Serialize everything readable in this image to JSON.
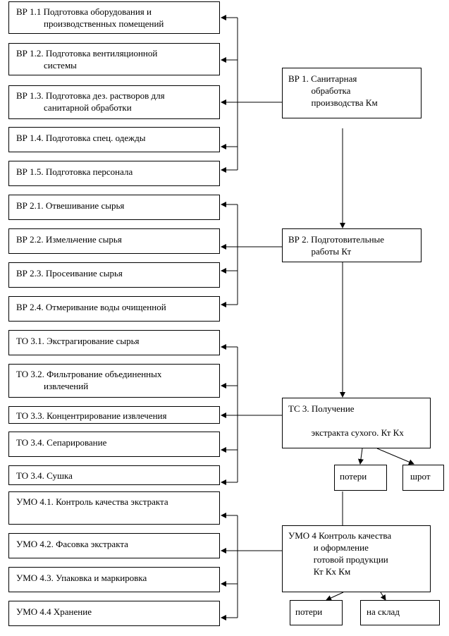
{
  "left_steps": [
    {
      "id": "vr1_1",
      "lines": [
        "ВР 1.1 Подготовка оборудования и",
        "            производственных помещений"
      ]
    },
    {
      "id": "vr1_2",
      "lines": [
        "ВР 1.2. Подготовка вентиляционной",
        "            системы"
      ]
    },
    {
      "id": "vr1_3",
      "lines": [
        "ВР 1.3. Подготовка дез. растворов для",
        "            санитарной обработки"
      ]
    },
    {
      "id": "vr1_4",
      "lines": [
        "ВР 1.4. Подготовка спец. одежды"
      ]
    },
    {
      "id": "vr1_5",
      "lines": [
        "ВР 1.5. Подготовка персонала"
      ]
    },
    {
      "id": "vr2_1",
      "lines": [
        "ВР 2.1. Отвешивание сырья"
      ]
    },
    {
      "id": "vr2_2",
      "lines": [
        "ВР 2.2. Измельчение сырья"
      ]
    },
    {
      "id": "vr2_3",
      "lines": [
        "ВР 2.3. Просеивание сырья"
      ]
    },
    {
      "id": "vr2_4",
      "lines": [
        "ВР 2.4. Отмеривание воды очищенной"
      ]
    },
    {
      "id": "to3_1",
      "lines": [
        "ТО 3.1. Экстрагирование сырья"
      ]
    },
    {
      "id": "to3_2",
      "lines": [
        "ТО 3.2. Фильтрование объединенных",
        "            извлечений"
      ]
    },
    {
      "id": "to3_3",
      "lines": [
        "ТО 3.3. Концентрирование извлечения"
      ]
    },
    {
      "id": "to3_4a",
      "lines": [
        "ТО 3.4. Сепарирование"
      ]
    },
    {
      "id": "to3_4b",
      "lines": [
        "ТО 3.4. Сушка"
      ]
    },
    {
      "id": "umo4_1",
      "lines": [
        "УМО 4.1. Контроль качества экстракта"
      ]
    },
    {
      "id": "umo4_2",
      "lines": [
        "УМО 4.2. Фасовка экстракта"
      ]
    },
    {
      "id": "umo4_3",
      "lines": [
        "УМО 4.3. Упаковка и маркировка"
      ]
    },
    {
      "id": "umo4_4",
      "lines": [
        "УМО 4.4 Хранение"
      ]
    }
  ],
  "stages": [
    {
      "id": "vr1",
      "lines": [
        "ВР 1. Санитарная",
        "          обработка",
        "          производства Км"
      ]
    },
    {
      "id": "vr2",
      "lines": [
        "ВР 2. Подготовительные",
        "          работы Кт"
      ]
    },
    {
      "id": "ts3",
      "lines": [
        "ТС 3. Получение",
        "",
        "          экстракта сухого. Кт Кх"
      ]
    },
    {
      "id": "umo4",
      "lines": [
        "УМО 4 Контроль качества",
        "           и оформление",
        "           готовой продукции",
        "           Кт Кх Км"
      ]
    }
  ],
  "outputs": [
    {
      "id": "losses3",
      "lines": [
        "потери"
      ]
    },
    {
      "id": "meal",
      "lines": [
        "шрот"
      ]
    },
    {
      "id": "losses4",
      "lines": [
        "потери"
      ]
    },
    {
      "id": "warehouse",
      "lines": [
        "на склад"
      ]
    }
  ]
}
